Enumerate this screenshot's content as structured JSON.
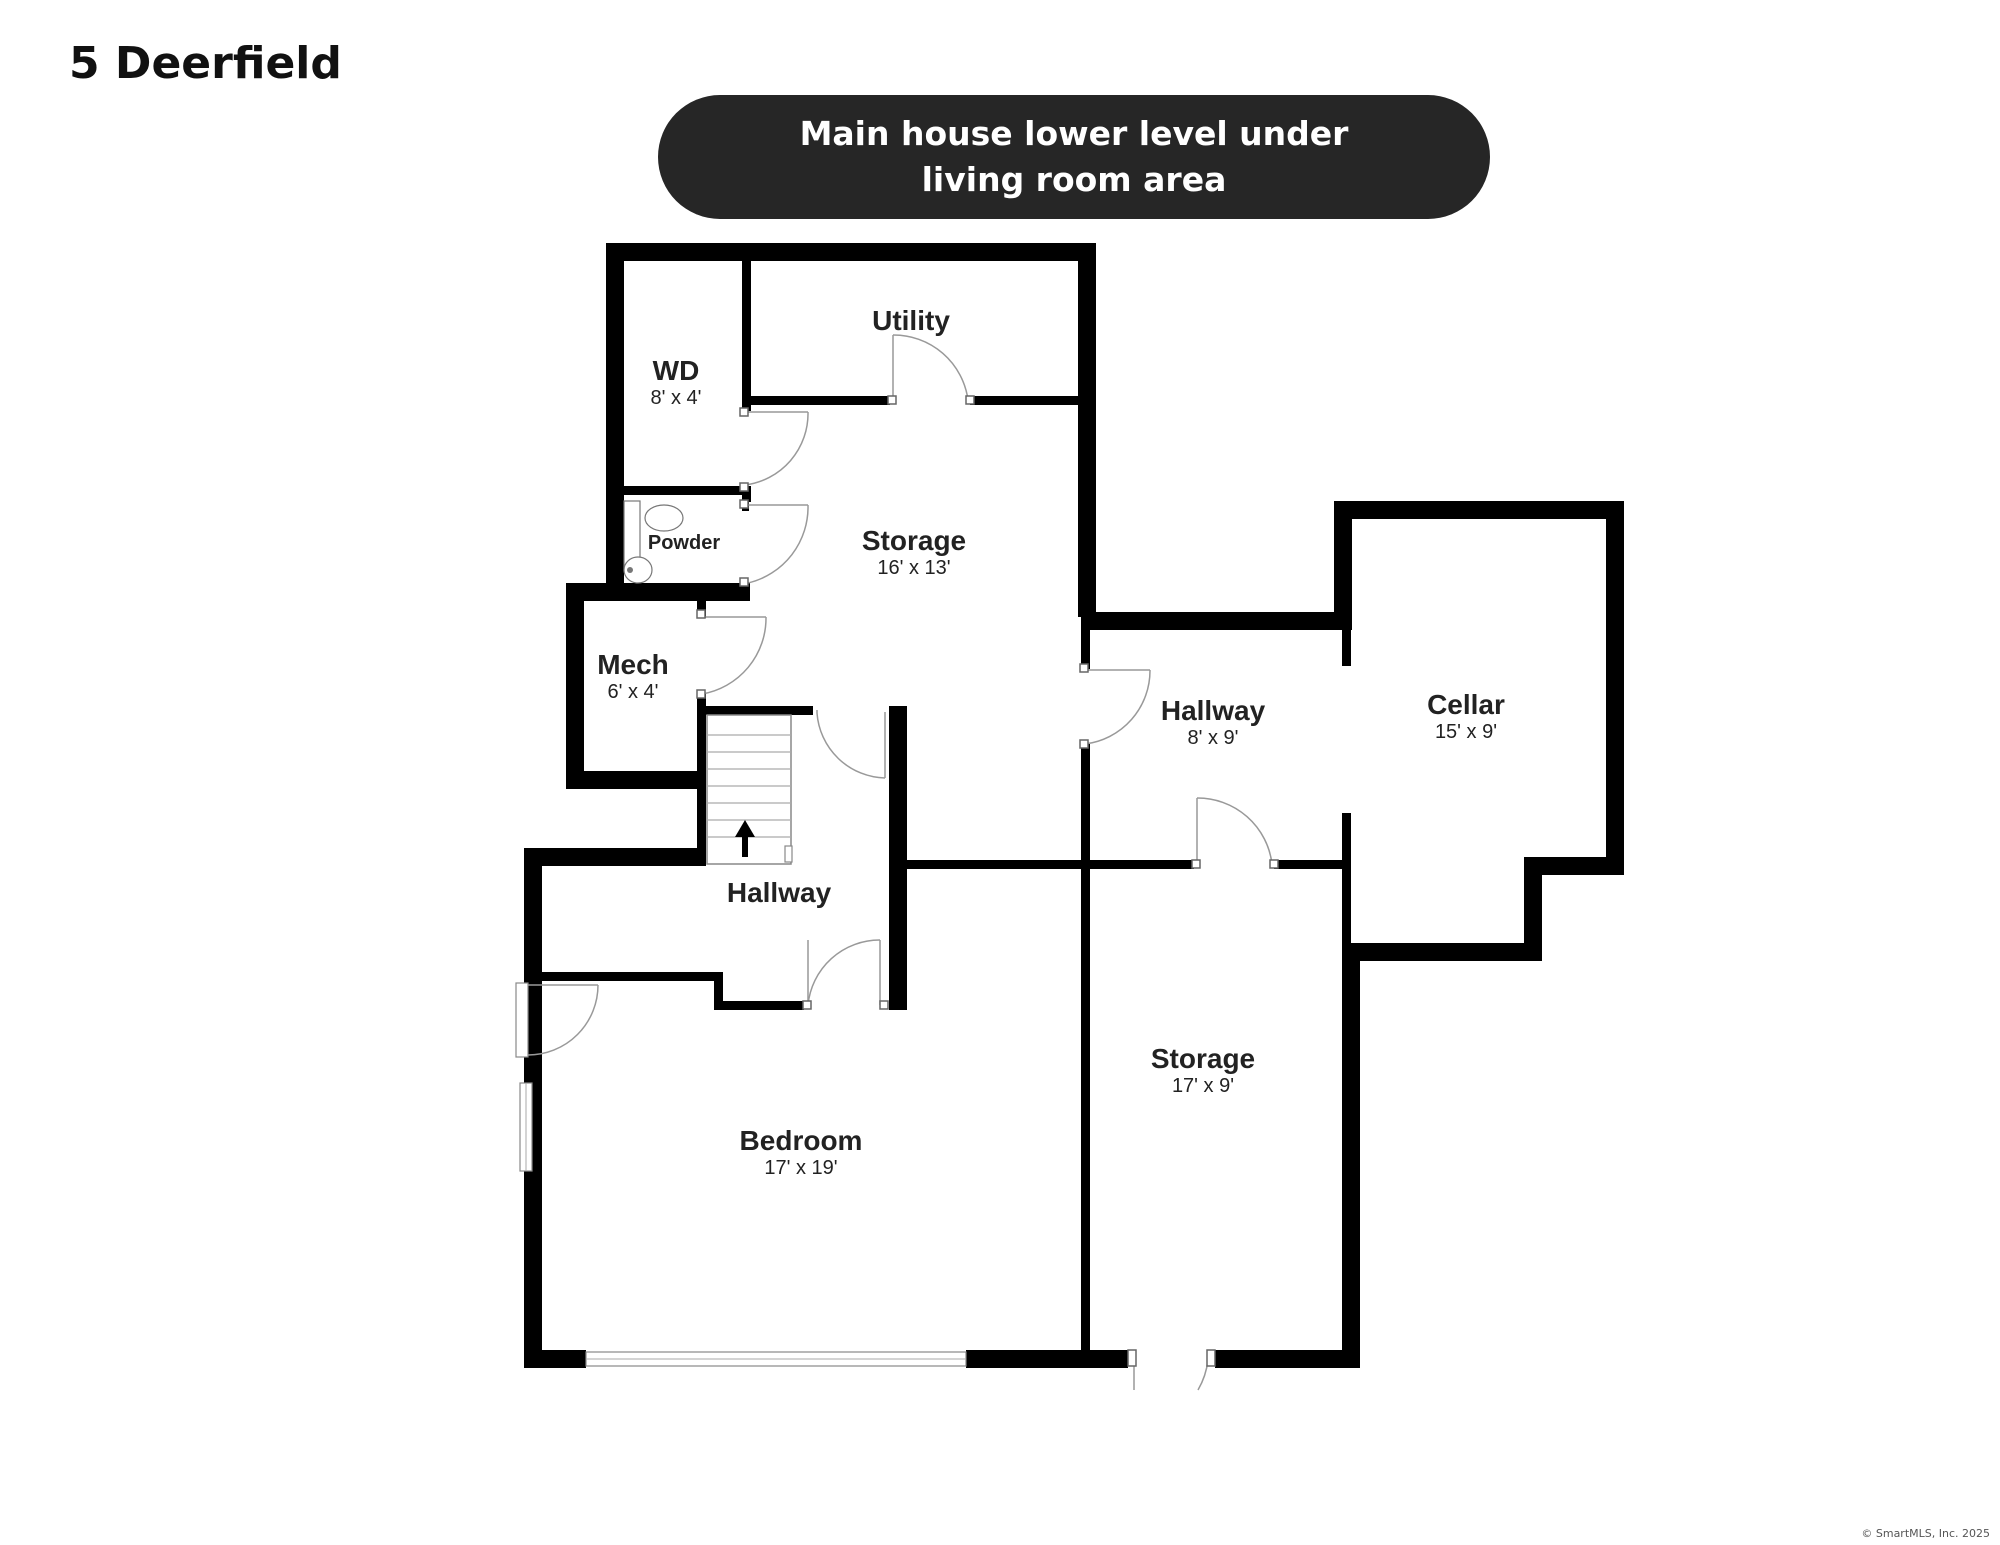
{
  "title": "5 Deerfield",
  "banner": {
    "line1": "Main house lower level under",
    "line2": "living room area"
  },
  "rooms": {
    "wd": {
      "name": "WD",
      "dims": "8' x 4'"
    },
    "utility": {
      "name": "Utility"
    },
    "powder": {
      "name": "Powder"
    },
    "storage_upper": {
      "name": "Storage",
      "dims": "16' x 13'"
    },
    "mech": {
      "name": "Mech",
      "dims": "6' x 4'"
    },
    "hallway_right": {
      "name": "Hallway",
      "dims": "8' x 9'"
    },
    "cellar": {
      "name": "Cellar",
      "dims": "15' x 9'"
    },
    "hallway_left": {
      "name": "Hallway"
    },
    "bedroom": {
      "name": "Bedroom",
      "dims": "17' x 19'"
    },
    "storage_lower": {
      "name": "Storage",
      "dims": "17' x 9'"
    }
  },
  "copyright": "© SmartMLS, Inc.  2025"
}
